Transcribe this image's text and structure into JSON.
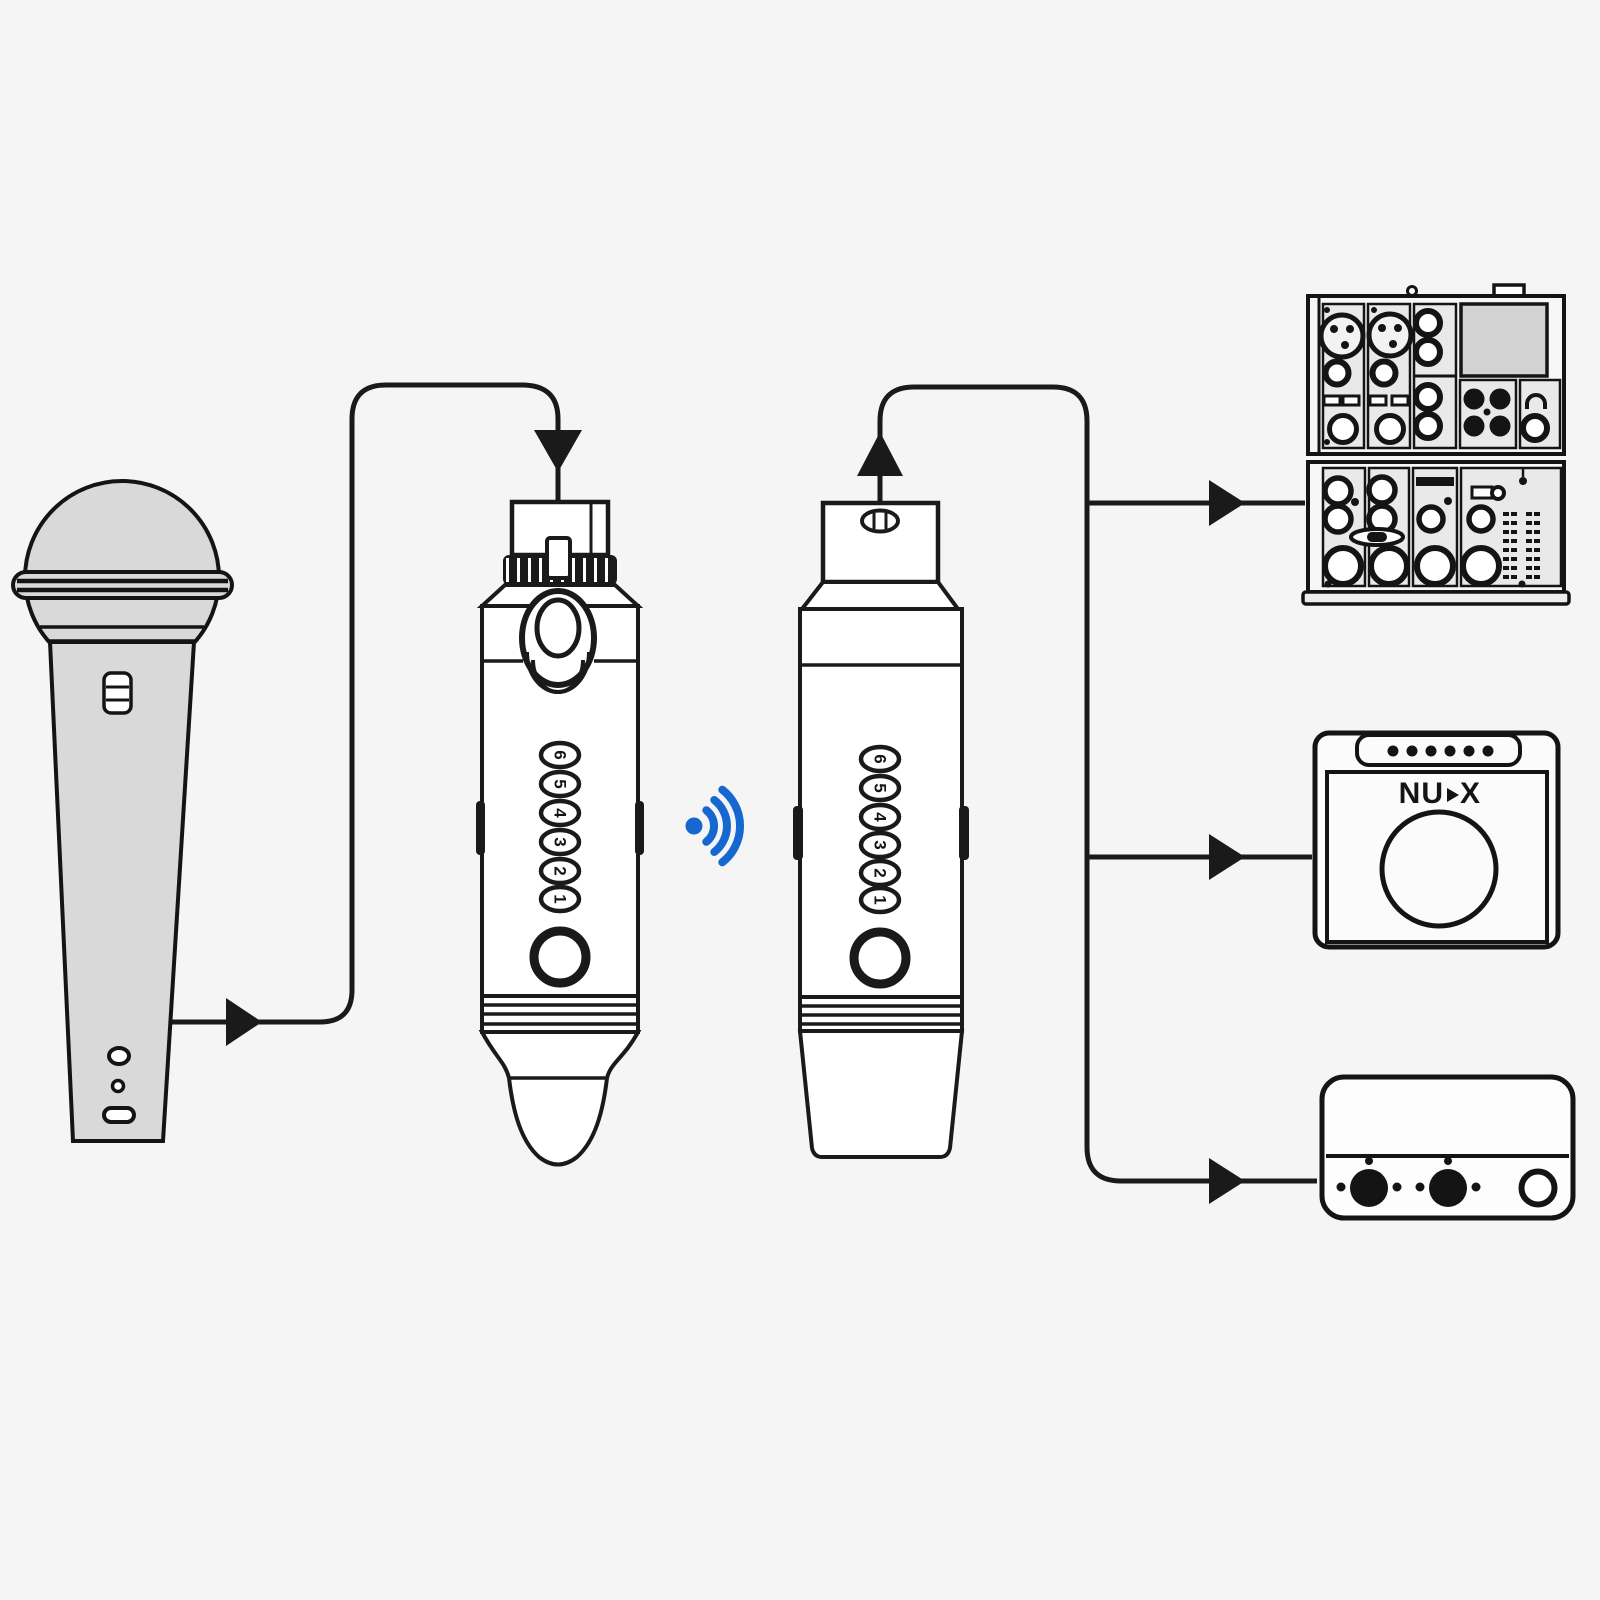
{
  "diagram": {
    "background": "#f5f5f6",
    "line_color": "#1a1a1a",
    "wifi_color": "#1668d0",
    "mic_fill": "#d9d9d9",
    "panel_fill": "#e9e9e9",
    "screen_fill": "#d2d2d2"
  },
  "transmitter": {
    "leds": [
      "6",
      "5",
      "4",
      "3",
      "2",
      "1"
    ]
  },
  "receiver": {
    "leds": [
      "6",
      "5",
      "4",
      "3",
      "2",
      "1"
    ]
  },
  "amp": {
    "brand": "NUX",
    "brand_left": "NU",
    "brand_right": "X"
  }
}
